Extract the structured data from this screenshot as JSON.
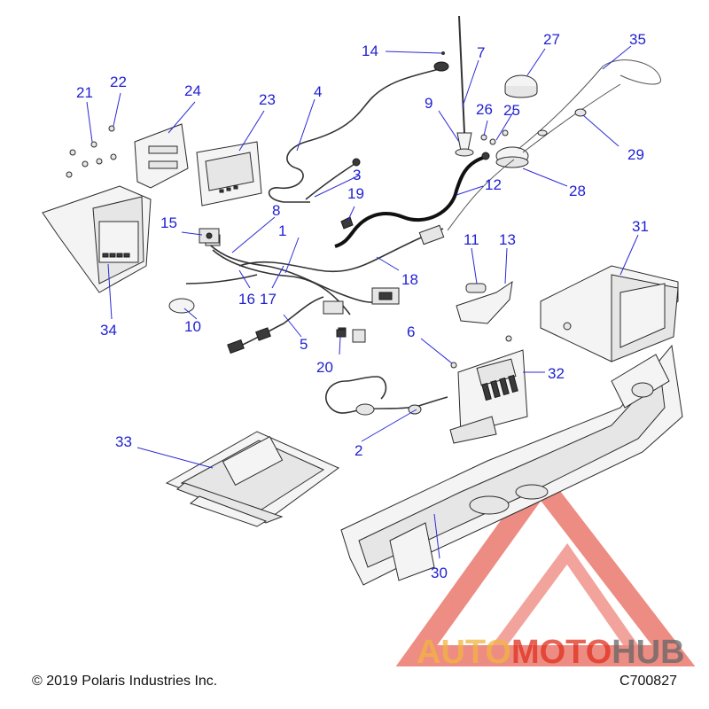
{
  "diagram": {
    "callouts": [
      {
        "id": "1",
        "label": "1"
      },
      {
        "id": "2",
        "label": "2"
      },
      {
        "id": "3",
        "label": "3"
      },
      {
        "id": "4",
        "label": "4"
      },
      {
        "id": "5",
        "label": "5"
      },
      {
        "id": "6",
        "label": "6"
      },
      {
        "id": "7",
        "label": "7"
      },
      {
        "id": "8",
        "label": "8"
      },
      {
        "id": "9",
        "label": "9"
      },
      {
        "id": "10",
        "label": "10"
      },
      {
        "id": "11",
        "label": "11"
      },
      {
        "id": "12",
        "label": "12"
      },
      {
        "id": "13",
        "label": "13"
      },
      {
        "id": "14",
        "label": "14"
      },
      {
        "id": "15",
        "label": "15"
      },
      {
        "id": "16",
        "label": "16"
      },
      {
        "id": "17",
        "label": "17"
      },
      {
        "id": "18",
        "label": "18"
      },
      {
        "id": "19",
        "label": "19"
      },
      {
        "id": "20",
        "label": "20"
      },
      {
        "id": "21",
        "label": "21"
      },
      {
        "id": "22",
        "label": "22"
      },
      {
        "id": "23",
        "label": "23"
      },
      {
        "id": "24",
        "label": "24"
      },
      {
        "id": "25",
        "label": "25"
      },
      {
        "id": "26",
        "label": "26"
      },
      {
        "id": "27",
        "label": "27"
      },
      {
        "id": "28",
        "label": "28"
      },
      {
        "id": "29",
        "label": "29"
      },
      {
        "id": "30",
        "label": "30"
      },
      {
        "id": "31",
        "label": "31"
      },
      {
        "id": "32",
        "label": "32"
      },
      {
        "id": "33",
        "label": "33"
      },
      {
        "id": "34",
        "label": "34"
      },
      {
        "id": "35",
        "label": "35"
      }
    ]
  },
  "footer": {
    "copyright": "© 2019 Polaris Industries Inc.",
    "figure_code": "C700827"
  },
  "watermark": {
    "text_part1": "AUTO",
    "text_part2": "MOTO",
    "text_part3": "HUB",
    "color_primary": "#e0301e",
    "color_secondary": "#f2b441",
    "color_tertiary": "#666666"
  },
  "colors": {
    "callout": "#1f1fd2",
    "line_art": "#2b2b2b"
  }
}
